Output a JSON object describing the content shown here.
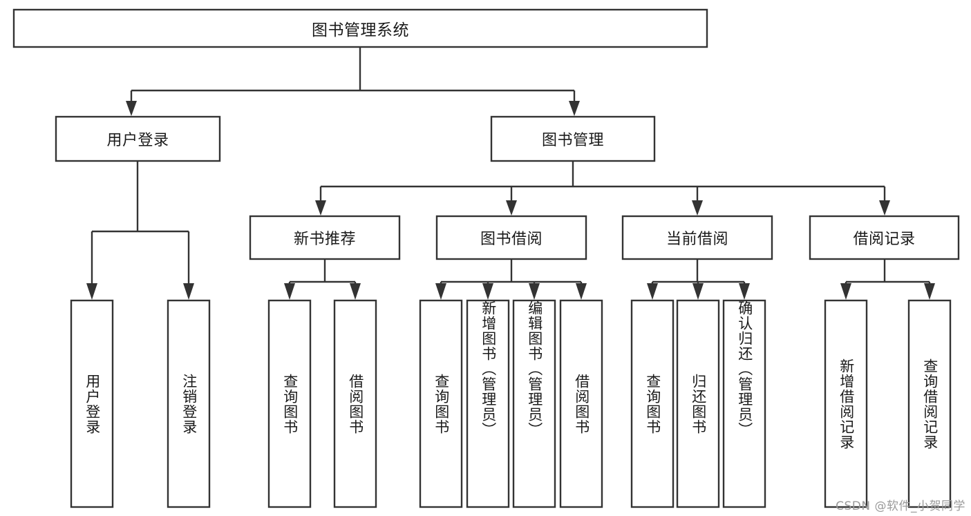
{
  "diagram": {
    "type": "tree-hierarchy",
    "title": "图书管理系统",
    "watermark": "CSDN @软件_小贺同学",
    "colors": {
      "stroke": "#333333",
      "fill": "#ffffff",
      "text": "#1a1a1a",
      "watermark": "#9a9a9a"
    },
    "root": {
      "label": "图书管理系统"
    },
    "level2": [
      {
        "id": "user-login",
        "label": "用户登录"
      },
      {
        "id": "book-management",
        "label": "图书管理"
      }
    ],
    "level3": [
      {
        "id": "new-book-recommend",
        "label": "新书推荐",
        "parent": "book-management"
      },
      {
        "id": "book-borrow",
        "label": "图书借阅",
        "parent": "book-management"
      },
      {
        "id": "current-borrow",
        "label": "当前借阅",
        "parent": "book-management"
      },
      {
        "id": "borrow-record",
        "label": "借阅记录",
        "parent": "book-management"
      }
    ],
    "leaves": {
      "user-login": [
        {
          "id": "leaf-user-login",
          "label": "用户登录"
        },
        {
          "id": "leaf-user-logout",
          "label": "注销登录"
        }
      ],
      "new-book-recommend": [
        {
          "id": "leaf-query-book-1",
          "label": "查询图书"
        },
        {
          "id": "leaf-borrow-book-1",
          "label": "借阅图书"
        }
      ],
      "book-borrow": [
        {
          "id": "leaf-query-book-2",
          "label": "查询图书"
        },
        {
          "id": "leaf-add-book",
          "label": "新增图书（管理员）"
        },
        {
          "id": "leaf-edit-book",
          "label": "编辑图书（管理员）"
        },
        {
          "id": "leaf-borrow-book-2",
          "label": "借阅图书"
        }
      ],
      "current-borrow": [
        {
          "id": "leaf-query-book-3",
          "label": "查询图书"
        },
        {
          "id": "leaf-return-book",
          "label": "归还图书"
        },
        {
          "id": "leaf-confirm-return",
          "label": "确认归还（管理员）"
        }
      ],
      "borrow-record": [
        {
          "id": "leaf-add-record",
          "label": "新增借阅记录"
        },
        {
          "id": "leaf-query-record",
          "label": "查询借阅记录"
        }
      ]
    }
  }
}
